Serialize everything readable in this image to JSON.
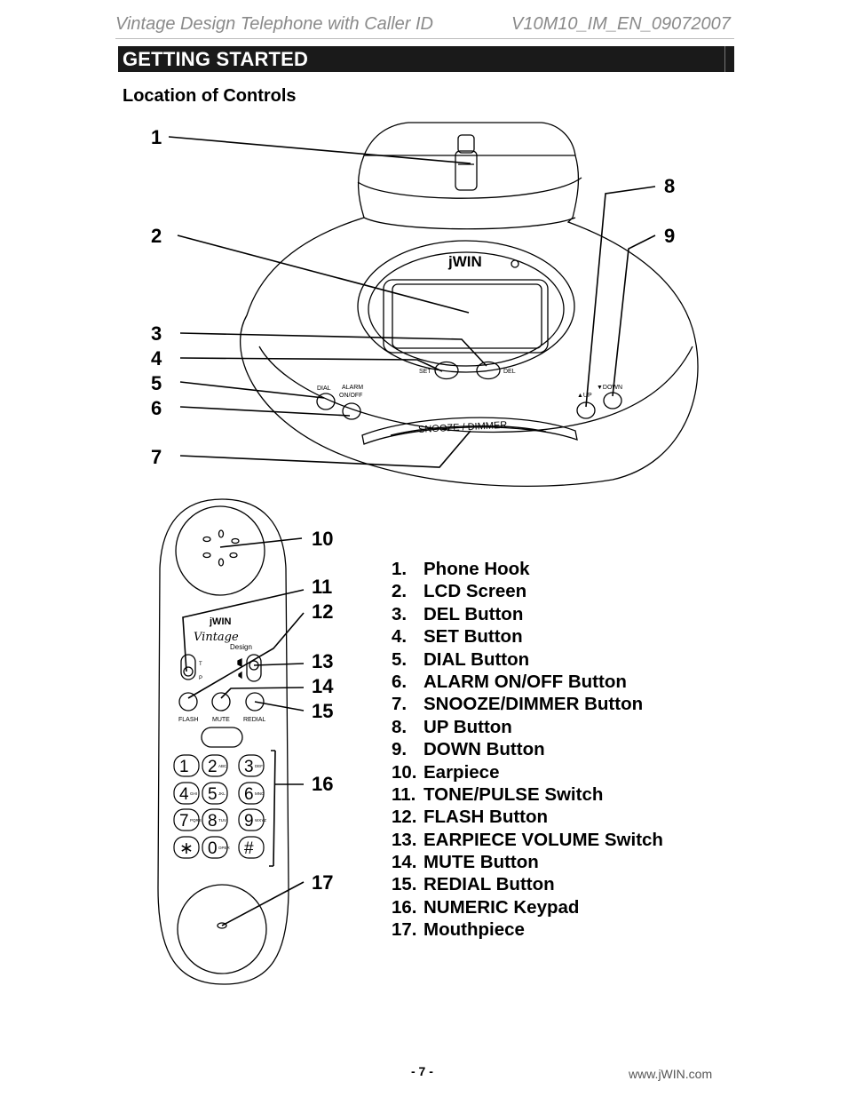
{
  "header": {
    "left": "Vintage Design Telephone with Caller ID",
    "right": "V10M10_IM_EN_09072007"
  },
  "section": {
    "title": "GETTING STARTED"
  },
  "subtitle": "Location of Controls",
  "base_labels": {
    "brand": "jWIN",
    "set": "SET",
    "del": "DEL",
    "dial": "DIAL",
    "alarm_line1": "ALARM",
    "alarm_line2": "ON/OFF",
    "snooze": "SNOOZE / DIMMER",
    "up": "▲UP",
    "down": "▼DOWN"
  },
  "handset_labels": {
    "brand": "jWIN",
    "script": "Vintage",
    "design": "Design",
    "t": "T",
    "p": "P",
    "flash": "FLASH",
    "mute": "MUTE",
    "redial": "REDIAL",
    "keys": [
      {
        "d": "1",
        "s": ""
      },
      {
        "d": "2",
        "s": "ABC"
      },
      {
        "d": "3",
        "s": "DEF"
      },
      {
        "d": "4",
        "s": "GHI"
      },
      {
        "d": "5",
        "s": "JKL"
      },
      {
        "d": "6",
        "s": "MNO"
      },
      {
        "d": "7",
        "s": "PQRS"
      },
      {
        "d": "8",
        "s": "TUV"
      },
      {
        "d": "9",
        "s": "WXYZ"
      },
      {
        "d": "∗",
        "s": ""
      },
      {
        "d": "0",
        "s": "OPER"
      },
      {
        "d": "#",
        "s": ""
      }
    ]
  },
  "callouts": [
    "1",
    "2",
    "3",
    "4",
    "5",
    "6",
    "7",
    "8",
    "9",
    "10",
    "11",
    "12",
    "13",
    "14",
    "15",
    "16",
    "17"
  ],
  "legend": [
    {
      "num": "1.",
      "label": "Phone Hook"
    },
    {
      "num": "2.",
      "label": "LCD Screen"
    },
    {
      "num": "3.",
      "label": "DEL Button"
    },
    {
      "num": "4.",
      "label": "SET Button"
    },
    {
      "num": "5.",
      "label": "DIAL Button"
    },
    {
      "num": "6.",
      "label": "ALARM ON/OFF Button"
    },
    {
      "num": "7.",
      "label": "SNOOZE/DIMMER Button"
    },
    {
      "num": "8.",
      "label": "UP Button"
    },
    {
      "num": "9.",
      "label": "DOWN Button"
    },
    {
      "num": "10.",
      "label": "Earpiece"
    },
    {
      "num": "11.",
      "label": "TONE/PULSE Switch"
    },
    {
      "num": "12.",
      "label": "FLASH Button"
    },
    {
      "num": "13.",
      "label": "EARPIECE VOLUME Switch"
    },
    {
      "num": "14.",
      "label": "MUTE Button"
    },
    {
      "num": "15.",
      "label": "REDIAL Button"
    },
    {
      "num": "16.",
      "label": "NUMERIC Keypad"
    },
    {
      "num": "17.",
      "label": "Mouthpiece"
    }
  ],
  "footer": {
    "page": "- 7 -",
    "url": "www.jWIN.com"
  }
}
